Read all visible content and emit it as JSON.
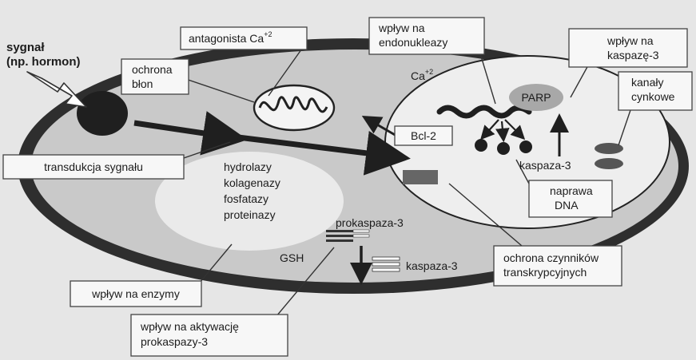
{
  "signal": {
    "line1": "sygnał",
    "line2": "(np. hormon)"
  },
  "labels": {
    "antagonist": "antagonista Ca",
    "antagonist_sup": "+2",
    "endonuclease_line1": "wpływ na",
    "endonuclease_line2": "endonukleazy",
    "calcium": "Ca",
    "calcium_sup": "+2",
    "caspase3_effect_line1": "wpływ na",
    "caspase3_effect_line2": "kaspazę-3",
    "membrane_line1": "ochrona",
    "membrane_line2": "błon",
    "zinc_channels_line1": "kanały",
    "zinc_channels_line2": "cynkowe",
    "parp": "PARP",
    "bcl2": "Bcl-2",
    "caspase3": "kaspaza-3",
    "signal_transduction": "transdukcja sygnału",
    "enzymes_line1": "hydrolazy",
    "enzymes_line2": "kolagenazy",
    "enzymes_line3": "fosfatazy",
    "enzymes_line4": "proteinazy",
    "dna_repair_line1": "naprawa",
    "dna_repair_line2": "DNA",
    "procaspase3": "prokaspaza-3",
    "gsh": "GSH",
    "caspase3_lower": "kaspaza-3",
    "transcription_line1": "ochrona czynników",
    "transcription_line2": "transkrypcyjnych",
    "enzyme_effect": "wpływ na enzymy",
    "activation_line1": "wpływ na aktywację",
    "activation_line2": "prokaspazy-3"
  },
  "colors": {
    "background": "#e6e6e6",
    "cell_membrane": "#2e2e2e",
    "cytoplasm": "#c9c9c9",
    "nucleus": "#eeeeee",
    "dark_mark": "#1f1f1f",
    "parp": "#a8a8a8"
  }
}
